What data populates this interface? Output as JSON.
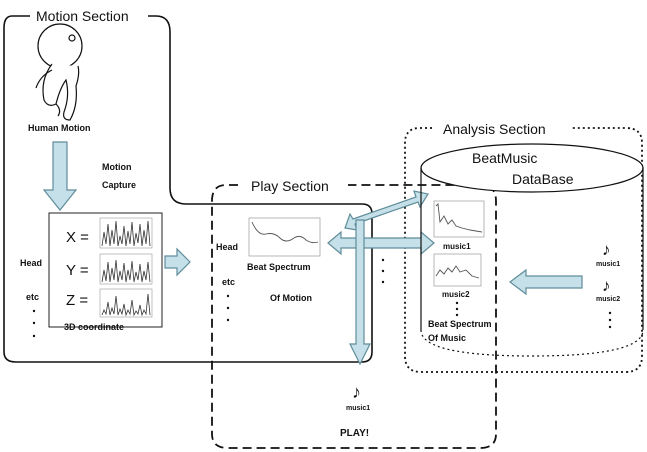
{
  "sections": {
    "motion": "Motion Section",
    "play": "Play Section",
    "analysis": "Analysis Section"
  },
  "motion": {
    "human_label": "Human Motion",
    "capture_line1": "Motion",
    "capture_line2": "Capture",
    "head": "Head",
    "etc": "etc",
    "x_label": "X =",
    "y_label": "Y =",
    "z_label": "Z =",
    "coord_label": "3D coordinate"
  },
  "play": {
    "head": "Head",
    "etc": "etc",
    "spectrum_line1": "Beat Spectrum",
    "spectrum_line2": "Of  Motion",
    "note_label": "music1",
    "play_label": "PLAY!"
  },
  "analysis": {
    "db_line1": "BeatMusic",
    "db_line2": "DataBase",
    "thumb1_label": "music1",
    "thumb2_label": "music2",
    "spectrum_line1": "Beat Spectrum",
    "spectrum_line2": "Of  Music",
    "note1_label": "music1",
    "note2_label": "music2"
  },
  "colors": {
    "arrow_fill": "#c5e0e8",
    "arrow_stroke": "#5f8d9a",
    "line": "#111111"
  },
  "icons": {
    "human": "human-figure-icon",
    "note": "music-note-icon"
  }
}
